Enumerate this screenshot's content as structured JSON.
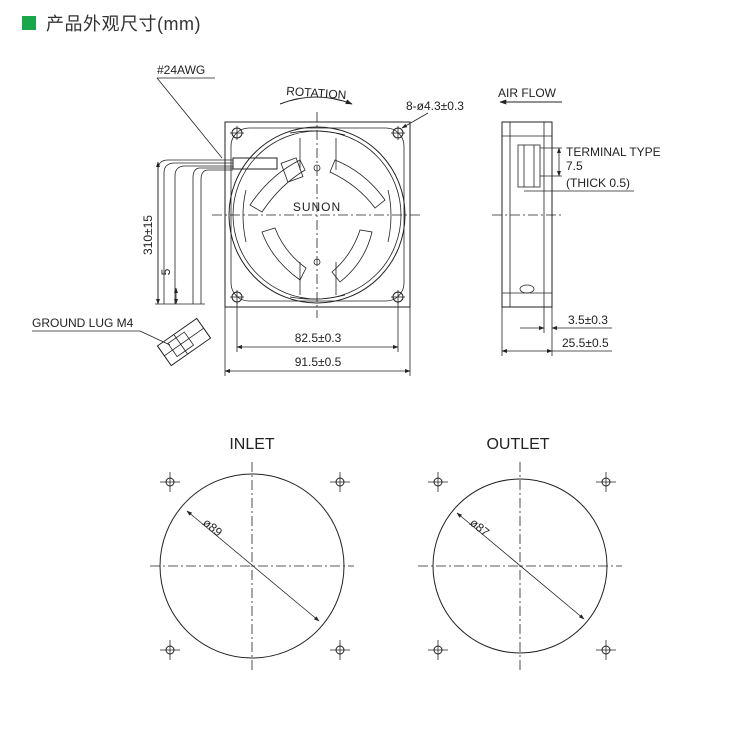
{
  "header": {
    "title": "产品外观尺寸(mm)",
    "accent_color": "#1aa64a"
  },
  "front_view": {
    "wire_label": "#24AWG",
    "rotation_label": "ROTATION",
    "holes_label": "8-ø4.3±0.3",
    "brand": "SUNON",
    "lead_length": "310±15",
    "strip_length": "5",
    "ground_label": "GROUND LUG M4",
    "hole_pitch": "82.5±0.3",
    "frame_width": "91.5±0.5"
  },
  "side_view": {
    "airflow_label": "AIR FLOW",
    "terminal_type": "TERMINAL TYPE",
    "terminal_size": "7.5",
    "terminal_thick": "(THICK 0.5)",
    "flange_thick": "3.5±0.3",
    "depth": "25.5±0.5"
  },
  "inlet": {
    "label": "INLET",
    "diameter": "ø89"
  },
  "outlet": {
    "label": "OUTLET",
    "diameter": "ø87"
  }
}
